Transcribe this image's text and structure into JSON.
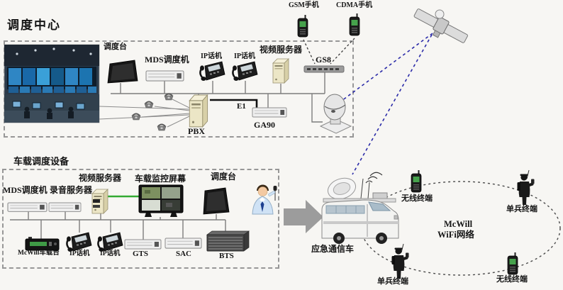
{
  "dispatch_center": {
    "title": "调度中心",
    "console": "调度台",
    "mds": "MDS调度机",
    "ip_phone_1": "IP话机",
    "ip_phone_2": "IP话机",
    "video_server": "视频服务器",
    "gs8": "GS8",
    "pbx": "PBX",
    "e1": "E1",
    "ga90": "GA90"
  },
  "handsets": {
    "gsm": "GSM手机",
    "cdma": "CDMA手机"
  },
  "vehicle_box": {
    "title": "车载调度设备",
    "mds": "MDS调度机",
    "recorder": "录音服务器",
    "video_server": "视频服务器",
    "monitor_screen": "车载监控屏幕",
    "console": "调度台",
    "mcwill_station": "McWill车载台",
    "ip_phone_1": "IP话机",
    "ip_phone_2": "IP话机",
    "gts": "GTS",
    "sac": "SAC",
    "bts": "BTS"
  },
  "field": {
    "van": "应急通信车",
    "wireless_terminal_top": "无线终端",
    "soldier_terminal_top": "单兵终端",
    "soldier_terminal_bottom": "单兵终端",
    "wireless_terminal_bottom": "无线终端",
    "network_name_line1": "McWill",
    "network_name_line2": "WiFi网络"
  },
  "colors": {
    "satellite_link": "#2a2aa8",
    "video_link": "#33aa33",
    "bus_line": "#7d7d7d"
  }
}
